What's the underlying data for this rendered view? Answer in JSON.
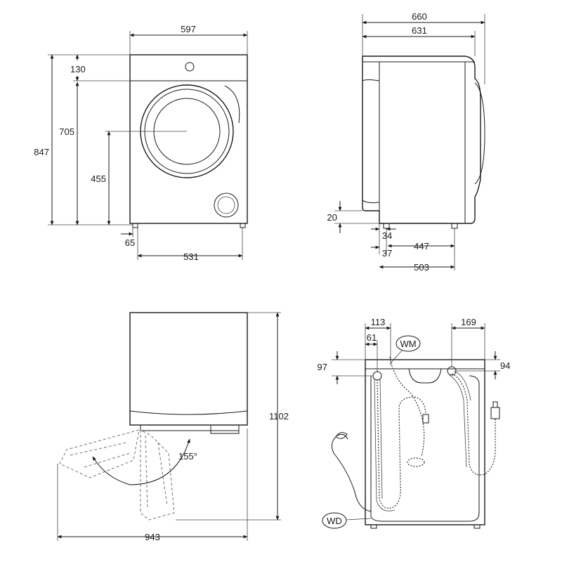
{
  "front_view": {
    "width_label": "597",
    "height_total_label": "847",
    "top_panel_label": "130",
    "door_top_label": "705",
    "door_center_label": "455",
    "foot_offset_label": "65",
    "foot_span_label": "531"
  },
  "side_view": {
    "depth_total_label": "660",
    "depth_body_label": "631",
    "foot_height_label": "20",
    "foot_a_label": "34",
    "foot_b_label": "37",
    "foot_span_label": "447",
    "base_depth_label": "503"
  },
  "door_view": {
    "swing_angle_label": "155°",
    "total_depth_label": "943",
    "total_height_label": "1102"
  },
  "rear_view": {
    "left_hose_offset_label": "113",
    "left_inner_offset_label": "61",
    "right_hose_offset_label": "169",
    "left_height_label": "97",
    "right_height_label": "94",
    "water_inlet_label": "WM",
    "water_drain_label": "WD"
  }
}
